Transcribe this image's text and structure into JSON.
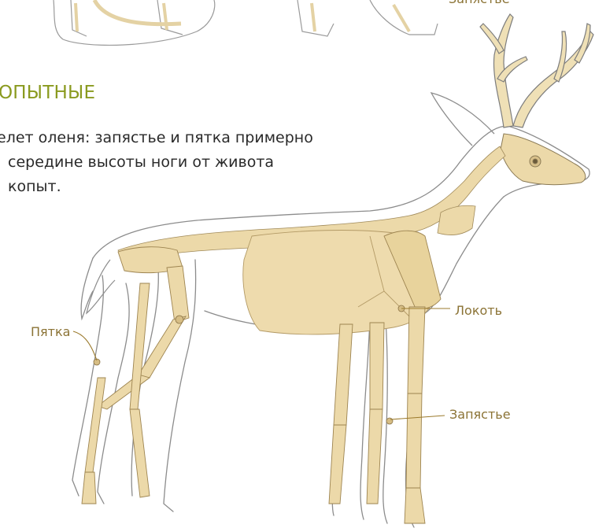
{
  "section": {
    "heading": "ОПЫТНЫЕ",
    "body_lines": [
      "елет оленя: запястье и пятка примерно",
      "середине высоты ноги от живота",
      "копыт."
    ]
  },
  "labels": {
    "heel": "Пятка",
    "elbow": "Локоть",
    "wrist": "Запястье",
    "top_wrist": "Запястье"
  },
  "colors": {
    "heading": "#8a9a1f",
    "label": "#8b7335",
    "bone_fill": "#ecd9a9",
    "sketch_line": "#8c8c8c",
    "callout_line": "#9b7a2c"
  }
}
